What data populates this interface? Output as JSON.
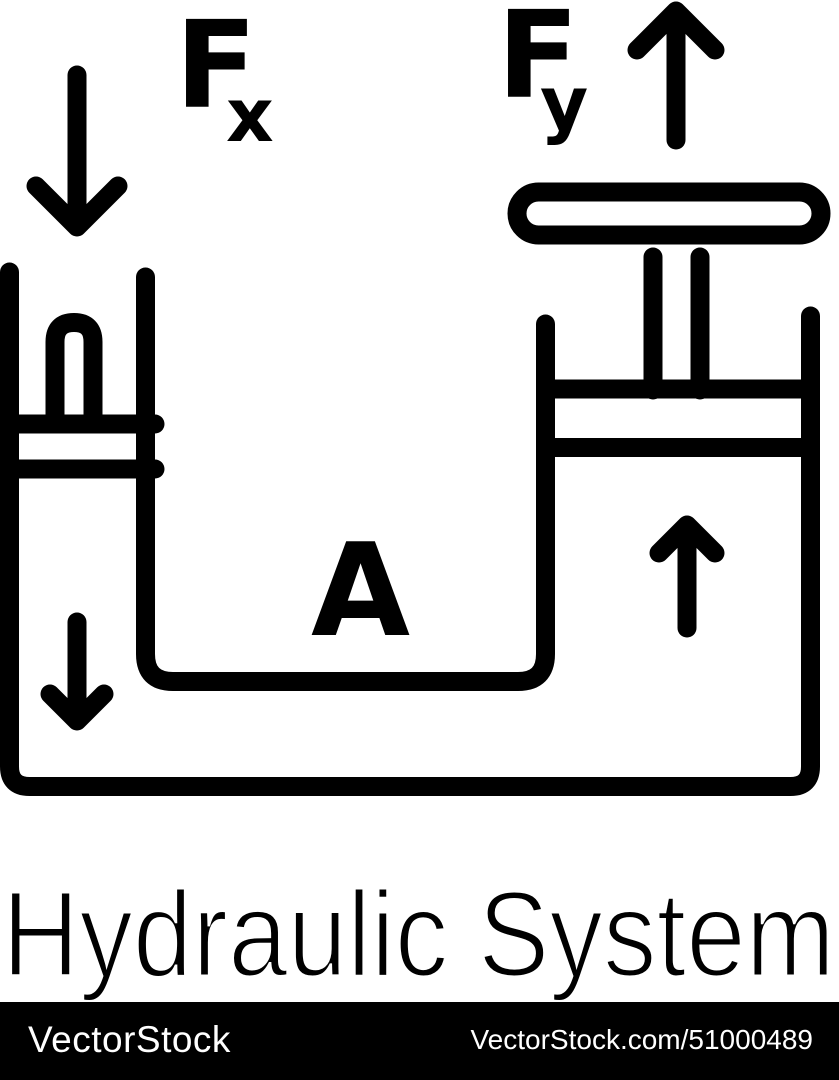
{
  "icon": {
    "labels": {
      "force_left": "F",
      "force_left_sub": "x",
      "force_right": "F",
      "force_right_sub": "y",
      "area": "A"
    }
  },
  "title": {
    "text": "Hydraulic System"
  },
  "watermark": {
    "brand": "VectorStock",
    "credit": "VectorStock.com/51000489"
  },
  "colors": {
    "ink": "#000000",
    "background": "#ffffff",
    "bar_background": "#000000",
    "bar_text": "#ffffff"
  }
}
